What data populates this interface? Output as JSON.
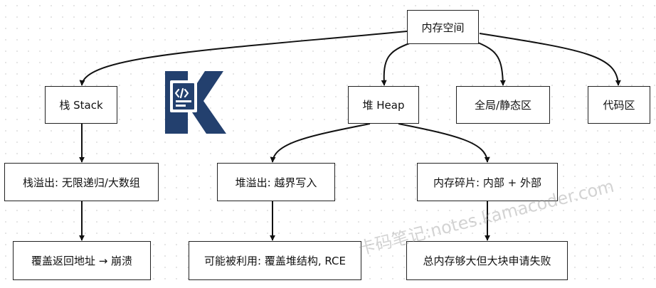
{
  "diagram": {
    "nodes": {
      "root": "内存空间",
      "stack": "栈 Stack",
      "heap": "堆 Heap",
      "global": "全局/静态区",
      "code": "代码区",
      "stack_overflow": "栈溢出: 无限递归/大数组",
      "heap_overflow": "堆溢出: 越界写入",
      "fragmentation": "内存碎片: 内部 + 外部",
      "stack_consequence": "覆盖返回地址 → 崩溃",
      "heap_consequence": "可能被利用: 覆盖堆结构, RCE",
      "frag_consequence": "总内存够大但大块申请失败"
    }
  },
  "logo": {
    "icon": "code-document-k-logo-icon",
    "color": "#23406e"
  },
  "watermark": "卡码笔记:notes.kamacoder.com"
}
